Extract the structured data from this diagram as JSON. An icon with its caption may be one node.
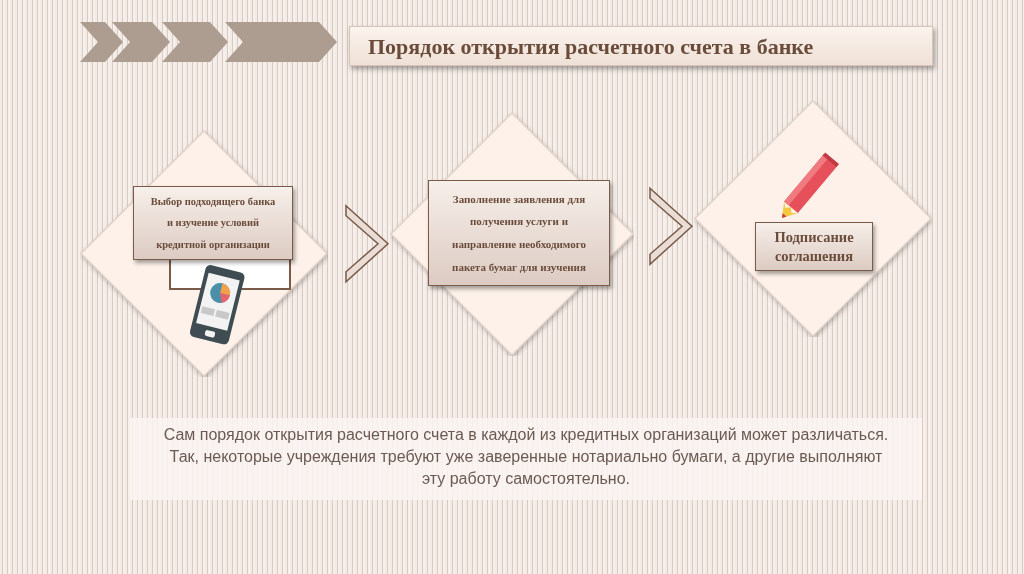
{
  "diagram": {
    "title": "Порядок открытия расчетного счета в банке",
    "nodes": [
      {
        "text": [],
        "shape": "diamond"
      },
      {
        "text": [
          "Выбор подходящего банка и изучение условий кредитной организации"
        ],
        "in": 0
      },
      {
        "text": [],
        "shape": "diamond"
      },
      {
        "text": [
          "Заполнение заявления для получения услуги и направление необходимого пакета бумаг для изучения"
        ],
        "in": 2
      },
      {
        "text": [],
        "shape": "diamond"
      },
      {
        "text": [
          "Подписание соглашения"
        ],
        "in": 4
      }
    ],
    "edges": [
      {
        "from": 0,
        "to": 2,
        "arrow": "to"
      },
      {
        "from": 2,
        "to": 4,
        "arrow": "to"
      }
    ],
    "labels": [
      "Сам порядок открытия расчетного счета в каждой из кредитных организаций может различаться. Так, некоторые учреждения требуют уже заверенные нотариально бумаги, а другие выполняют эту работу самостоятельно."
    ]
  }
}
